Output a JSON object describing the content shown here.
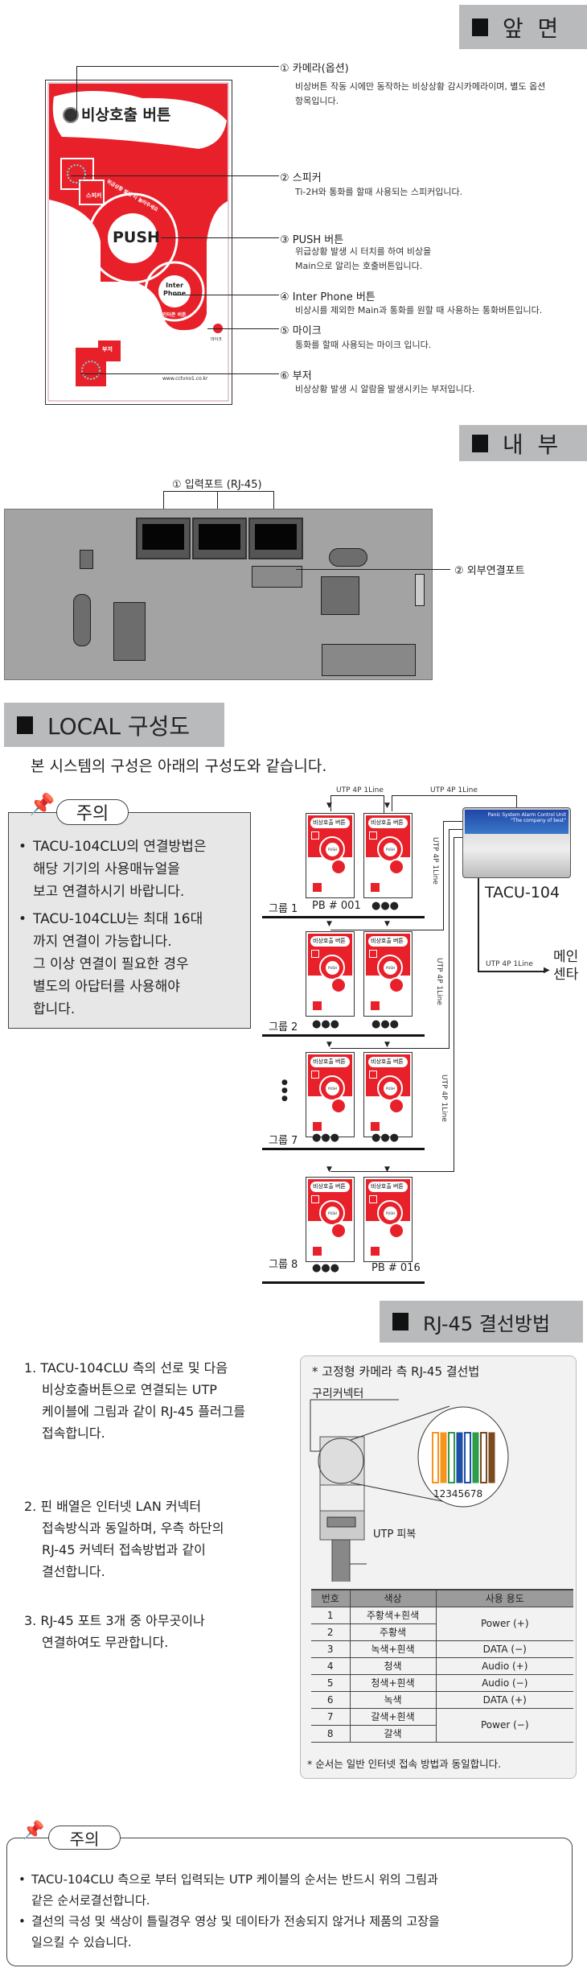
{
  "front": {
    "header": "앞  면",
    "panel": {
      "title": "비상호출 버튼",
      "speaker": "스피커",
      "ring_text": "위급상황 발생 시 눌러주세요",
      "push": "PUSH",
      "inter1": "Inter",
      "inter2": "Phone",
      "inter_ring": "인터폰 버튼",
      "mic": "마이크",
      "buzzer": "부저",
      "url": "www.cctvno1.co.kr"
    },
    "items": [
      {
        "title": "① 카메라(옵션)",
        "desc": [
          "비상버튼 작동 시에만 동작하는 비상상황 감시카메라이며, 별도 옵션",
          "항목입니다."
        ]
      },
      {
        "title": "② 스피커",
        "desc": [
          "Ti-2H와 통화를 할때 사용되는 스피커입니다."
        ]
      },
      {
        "title": "③ PUSH 버튼",
        "desc": [
          "위급상황 발생 시 터치를 하여 비상을",
          "Main으로 알리는 호출버튼입니다."
        ]
      },
      {
        "title": "④ Inter Phone 버튼",
        "desc": [
          "비상시를 제외한 Main과 통화를 원할 때 사용하는 통화버튼입니다."
        ]
      },
      {
        "title": "⑤ 마이크",
        "desc": [
          "통화를 할때 사용되는 마이크 입니다."
        ]
      },
      {
        "title": "⑥ 부저",
        "desc": [
          "비상상황 발생 시 알람을 발생시키는 부저입니다."
        ]
      }
    ]
  },
  "inside": {
    "header": "내  부",
    "port_label": "① 입력포트 (RJ-45)",
    "ext_label": "② 외부연결포트"
  },
  "local": {
    "header": "LOCAL 구성도",
    "intro": "본 시스템의 구성은 아래의 구성도와 같습니다.",
    "caution_title": "주의",
    "bullets": [
      [
        "TACU-104CLU의 연결방법은",
        "해당 기기의 사용매뉴얼을",
        "보고 연결하시기 바랍니다."
      ],
      [
        "TACU-104CLU는 최대 16대",
        "까지 연결이 가능합니다.",
        "그 이상 연결이 필요한 경우",
        "별도의 아답터를 사용해야",
        "합니다."
      ]
    ],
    "mini_title": "비상호출 버튼",
    "mini_push": "PUSH",
    "utp": "UTP 4P 1Line",
    "groups": [
      {
        "name": "그룹 1",
        "left": "PB # 001",
        "right": "●●●"
      },
      {
        "name": "그룹 2",
        "left": "●●●",
        "right": "●●●"
      },
      {
        "name": "그룹 7",
        "left": "●●●",
        "right": "●●●"
      },
      {
        "name": "그룹 8",
        "left": "●●●",
        "right": "PB # 016"
      }
    ],
    "vdots": "●\n●\n●",
    "tacu": {
      "label": "TACU-104",
      "banner": "Panic System Alarm Control Unit",
      "banner_sub": "\"The company of best\""
    },
    "main_center": [
      "메인",
      "센타"
    ]
  },
  "rj45": {
    "header": "RJ-45 결선방법",
    "steps": [
      [
        "1. TACU-104CLU 측의 선로 및 다음",
        "비상호출버튼으로 연결되는 UTP",
        "케이블에 그림과 같이 RJ-45 플러그를",
        "접속합니다."
      ],
      [
        "2. 핀 배열은 인터넷 LAN 커넥터",
        "접속방식과 동일하며, 우측 하단의",
        "RJ-45 커넥터 접속방법과 같이",
        "결선합니다."
      ],
      [
        "3. RJ-45 포트 3개 중 아무곳이나",
        "연결하여도 무관합니다."
      ]
    ],
    "box_title": "* 고정형 카메라 측 RJ-45 결선법",
    "copper": "구리커넥터",
    "pins": "12345678",
    "jacket": "UTP 피복",
    "wire_colors": [
      "#f7941d",
      "#f7941d",
      "#2e9c48",
      "#1f4fa8",
      "#1f4fa8",
      "#2e9c48",
      "#7a4a20",
      "#7a4a20"
    ],
    "table": {
      "headers": [
        "번호",
        "색상",
        "사용 용도"
      ],
      "rows": [
        [
          "1",
          "주황색+흰색"
        ],
        [
          "2",
          "주황색"
        ],
        [
          "3",
          "녹색+흰색"
        ],
        [
          "4",
          "청색"
        ],
        [
          "5",
          "청색+흰색"
        ],
        [
          "6",
          "녹색"
        ],
        [
          "7",
          "갈색+흰색"
        ],
        [
          "8",
          "갈색"
        ]
      ],
      "uses": [
        "Power (+)",
        "DATA (−)",
        "Audio (+)",
        "Audio (−)",
        "DATA (+)",
        "Power (−)"
      ]
    },
    "note": "* 순서는 일반 인터넷 접속 방법과 동일합니다."
  },
  "caution2": {
    "title": "주의",
    "bullets": [
      [
        "TACU-104CLU 측으로 부터 입력되는 UTP 케이블의 순서는 반드시 위의 그림과",
        "같은 순서로결선합니다."
      ],
      [
        "결선의 극성 및 색상이 틀릴경우 영상 및 데이타가 전송되지 않거나 제품의 고장을",
        "일으킬 수 있습니다."
      ]
    ]
  }
}
